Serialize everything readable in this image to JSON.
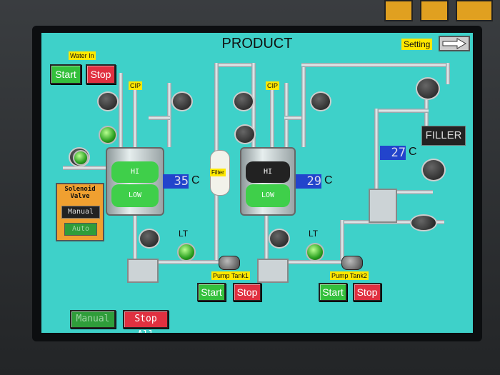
{
  "title": "PRODUCT",
  "setting_label": "Setting",
  "water_in": {
    "label": "Water In",
    "start": "Start",
    "stop": "Stop"
  },
  "cip_label": "CIP",
  "filter_label": "Filter",
  "tank1": {
    "hi": "HI",
    "low": "LOW",
    "temp": "35",
    "unit": "C",
    "lt": "LT"
  },
  "tank2": {
    "hi": "HI",
    "low": "LOW",
    "temp": "29",
    "unit": "C",
    "lt": "LT"
  },
  "filler": {
    "label": "FILLER",
    "temp": "27",
    "unit": "C"
  },
  "solenoid": {
    "title_line1": "Solenoid",
    "title_line2": "Valve",
    "manual": "Manual",
    "auto": "Auto"
  },
  "pump1": {
    "label": "Pump Tank1",
    "start": "Start",
    "stop": "Stop"
  },
  "pump2": {
    "label": "Pump Tank2",
    "start": "Start",
    "stop": "Stop"
  },
  "footer": {
    "manual": "Manual",
    "stop_all": "Stop All"
  },
  "colors": {
    "screen_bg": "#3ed1c9",
    "start": "#34c03c",
    "stop": "#e03040",
    "level_green": "#3fcf4a",
    "level_dark": "#222222",
    "temp_bg": "#2244cc"
  },
  "icons": [
    "arrow-right-icon",
    "valve-icon",
    "indicator-light-icon",
    "pump-icon"
  ]
}
